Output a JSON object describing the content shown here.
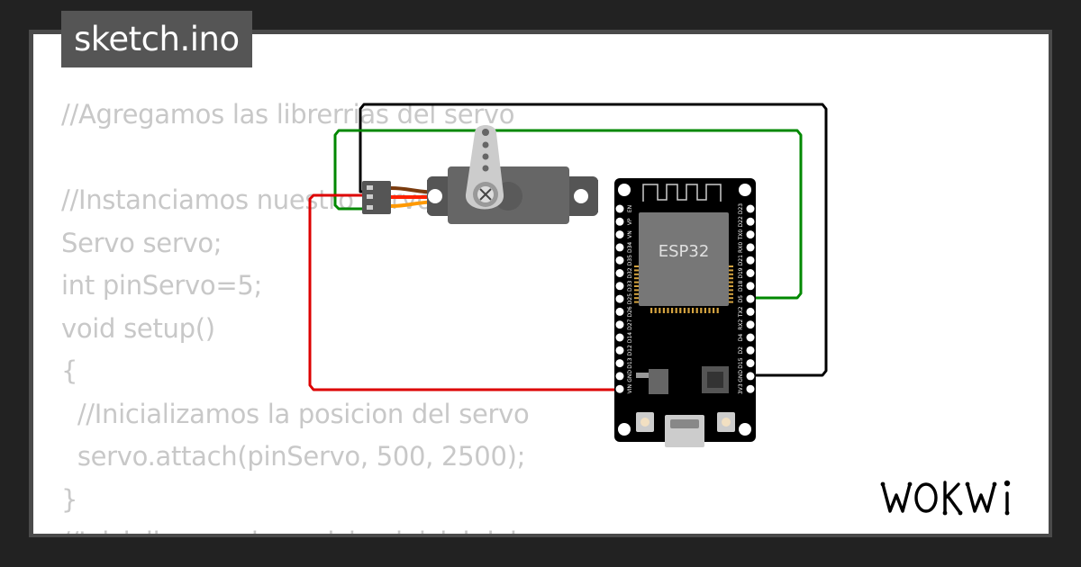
{
  "file_tab": {
    "name": "sketch.ino"
  },
  "code_lines": [
    "//Agregamos las librerrias del servo",
    "",
    "//Instanciamos nuestro servo",
    "Servo servo;",
    "int pinServo=5;",
    "void setup()",
    "{",
    "  //Inicializamos la posicion del servo",
    "  servo.attach(pinServo, 500, 2500);",
    "}",
    "//Inicializamos la posicion inicial del servo"
  ],
  "board": {
    "chip_label": "ESP32",
    "left_pins": [
      "EN",
      "VP",
      "VN",
      "D34",
      "D35",
      "D32",
      "D33",
      "D25",
      "D26",
      "D27",
      "D14",
      "D12",
      "D13",
      "GND",
      "VIN"
    ],
    "right_pins": [
      "D23",
      "D22",
      "TX0",
      "RX0",
      "D21",
      "D19",
      "D18",
      "D5",
      "TX2",
      "RX2",
      "D4",
      "D2",
      "D15",
      "GND",
      "3V3"
    ]
  },
  "wires": {
    "signal_color": "#008800",
    "ground_color": "#000000",
    "power_color": "#dd0000"
  },
  "branding": {
    "logo": "wokwi-logo"
  }
}
